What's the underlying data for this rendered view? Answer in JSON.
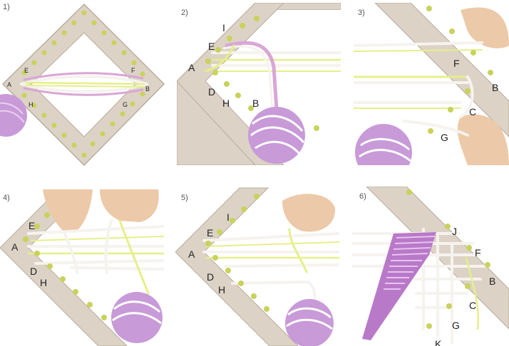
{
  "colors": {
    "frame": "#dcd3c6",
    "frame_edge": "#b9ad9c",
    "pin_head": "#c9d25a",
    "pin_shaft": "#6a6a5a",
    "yarn_white": "#f6f3ef",
    "yarn_pink": "#d9a6d6",
    "yarn_lime": "#e6ef8a",
    "ball": "#c89ad8",
    "hand": "#ecc9a8",
    "comb": "#b979c9"
  },
  "panels": [
    {
      "step": "1)",
      "labels": {
        "A": "A",
        "E": "E",
        "H": "H",
        "F": "F",
        "B": "B",
        "G": "G"
      }
    },
    {
      "step": "2)",
      "labels": {
        "I": "I",
        "E": "E",
        "A": "A",
        "D": "D",
        "H": "H",
        "B": "B"
      }
    },
    {
      "step": "3)",
      "labels": {
        "F": "F",
        "B": "B",
        "C": "C",
        "G": "G"
      }
    },
    {
      "step": "4)",
      "labels": {
        "E": "E",
        "A": "A",
        "D": "D",
        "H": "H"
      }
    },
    {
      "step": "5)",
      "labels": {
        "I": "I",
        "E": "E",
        "A": "A",
        "D": "D",
        "H": "H"
      }
    },
    {
      "step": "6)",
      "labels": {
        "J": "J",
        "F": "F",
        "B": "B",
        "C": "C",
        "G": "G",
        "K": "K"
      }
    }
  ]
}
